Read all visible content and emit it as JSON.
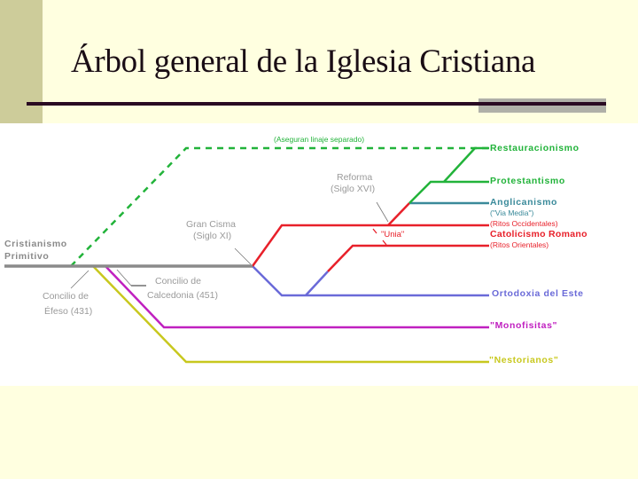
{
  "slide": {
    "title": "Árbol general de la Iglesia Cristiana",
    "colors": {
      "background": "#ffffe0",
      "left_bar": "#cdcc9a",
      "rule": "#2a0a22",
      "rule_accent": "#b0b0a8"
    }
  },
  "diagram": {
    "root": {
      "line1": "Cristianismo",
      "line2": "Primitivo",
      "color": "#8a8a8a"
    },
    "events": {
      "efeso": {
        "line1": "Concilio de",
        "line2": "Éfeso (431)"
      },
      "calcedonia": {
        "line1": "Concilio de",
        "line2": "Calcedonia (451)"
      },
      "gran_cisma": {
        "line1": "Gran Cisma",
        "line2": "(Siglo XI)"
      },
      "reforma": {
        "line1": "Reforma",
        "line2": "(Siglo XVI)"
      },
      "linaje": "(Aseguran linaje separado)",
      "unia": "\"Unia\""
    },
    "branches": {
      "restauracionismo": {
        "label": "Restauracionismo",
        "color": "#22b33a"
      },
      "protestantismo": {
        "label": "Protestantismo",
        "color": "#22b33a"
      },
      "anglicanismo": {
        "label": "Anglicanismo",
        "sub": "(\"Via Media\")",
        "color": "#3a8a9a"
      },
      "catolicismo": {
        "label": "Catolicismo Romano",
        "sub_top": "(Ritos Occidentales)",
        "sub_bottom": "(Ritos Orientales)",
        "color": "#e8202a"
      },
      "ortodoxia": {
        "label": "Ortodoxia del Este",
        "color": "#6a6ad8"
      },
      "monofisitas": {
        "label": "\"Monofisitas\"",
        "color": "#c020c0"
      },
      "nestorianos": {
        "label": "\"Nestorianos\"",
        "color": "#c8c81e"
      }
    }
  }
}
